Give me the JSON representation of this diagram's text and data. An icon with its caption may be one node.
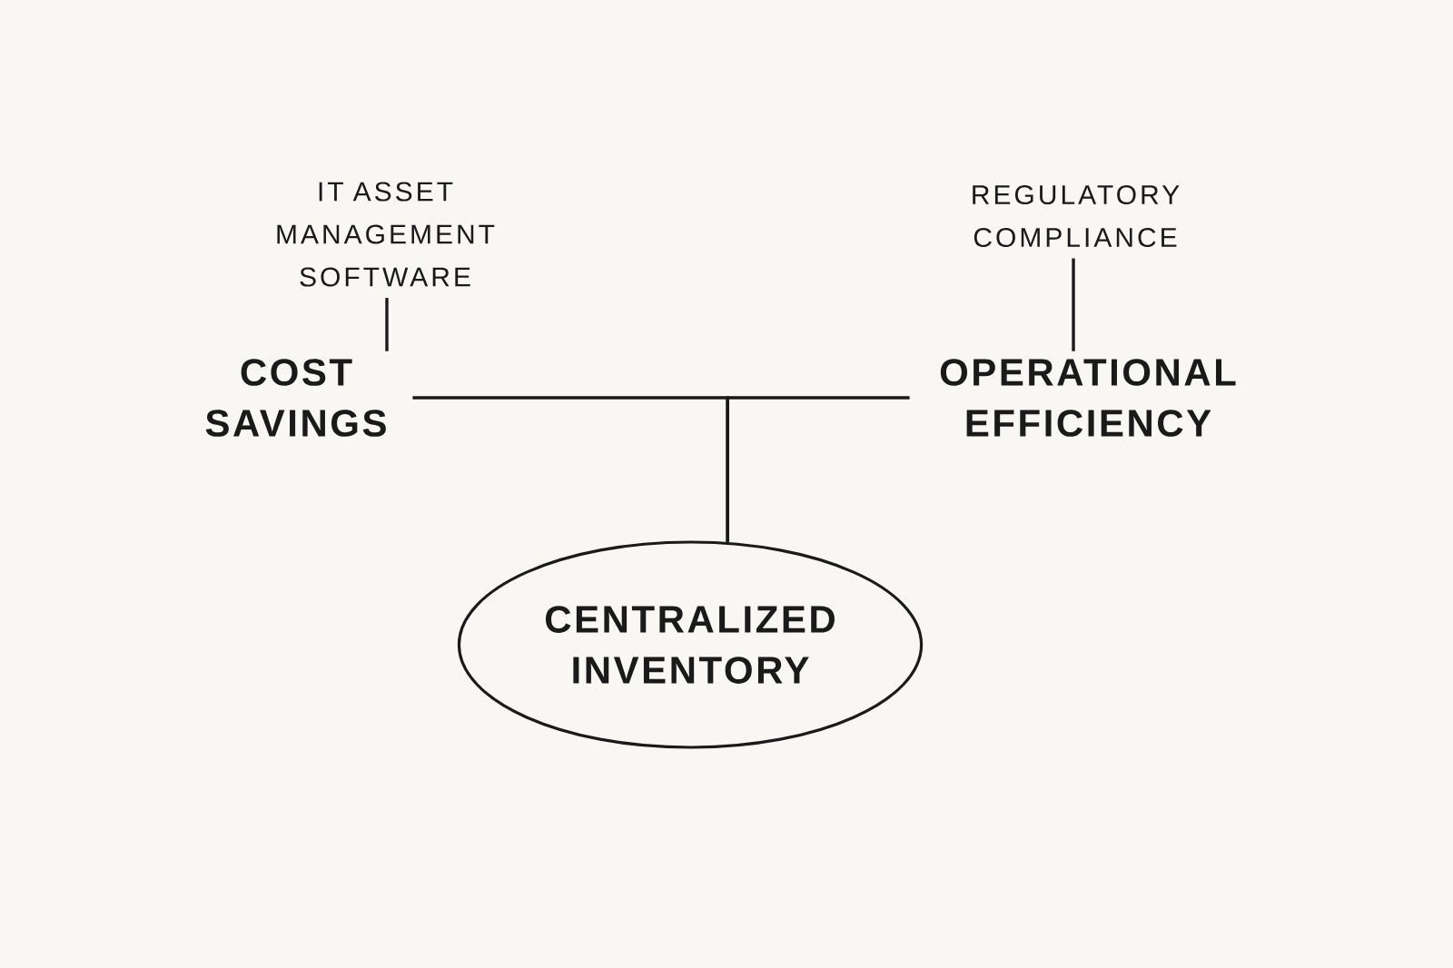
{
  "diagram": {
    "nodes": [
      {
        "text": [
          "IT ASSET MANAGEMENT SOFTWARE"
        ]
      },
      {
        "text": [
          "REGULATORY COMPLIANCE"
        ]
      },
      {
        "text": [
          "COST SAVINGS"
        ]
      },
      {
        "text": [
          "OPERATIONAL EFFICIENCY"
        ]
      },
      {
        "text": [
          "CENTRALIZED INVENTORY"
        ]
      }
    ],
    "edges": [
      {
        "from": 0,
        "to": 2,
        "arrow": "none"
      },
      {
        "from": 1,
        "to": 3,
        "arrow": "none"
      },
      {
        "from": 2,
        "to": 4,
        "arrow": "none"
      },
      {
        "from": 3,
        "to": 4,
        "arrow": "none"
      }
    ]
  }
}
